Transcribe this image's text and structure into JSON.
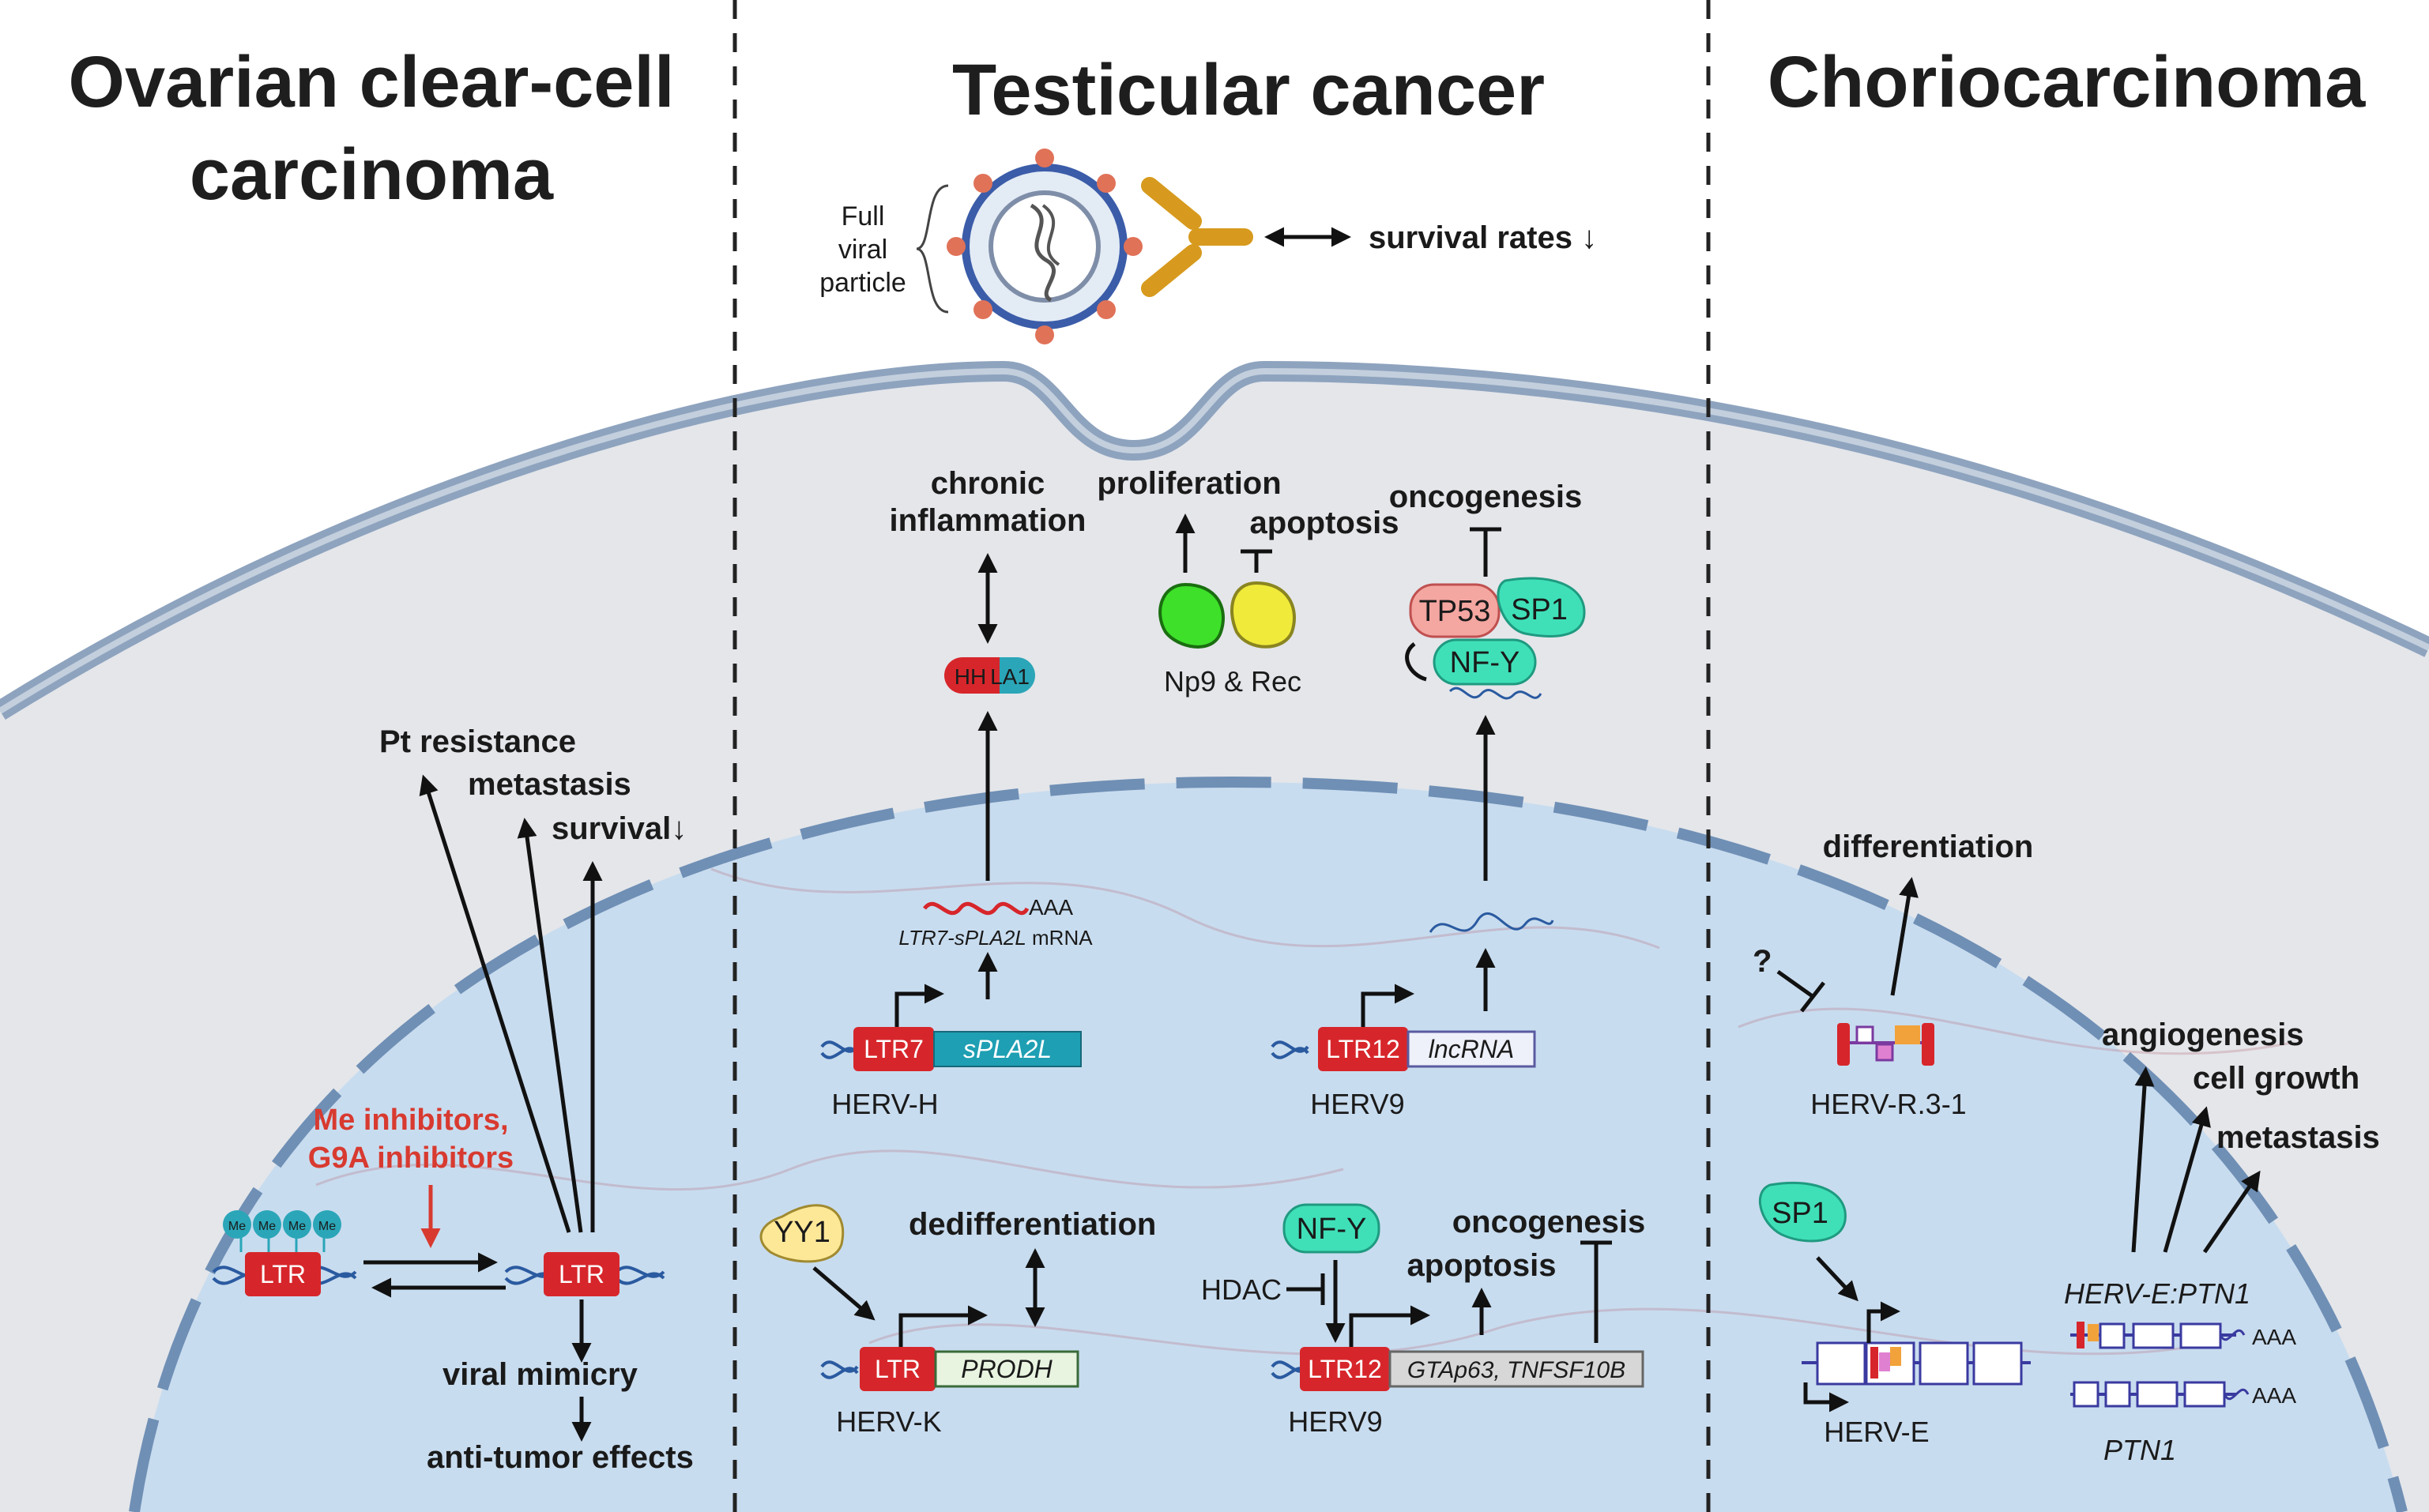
{
  "panels": {
    "ovarian": {
      "title_line1": "Ovarian clear-cell",
      "title_line2": "carcinoma"
    },
    "testicular": {
      "title": "Testicular cancer"
    },
    "chorio": {
      "title": "Choriocarcinoma"
    }
  },
  "ovarian": {
    "pt_resistance": "Pt resistance",
    "metastasis": "metastasis",
    "survival": "survival↓",
    "inhibitors_line1": "Me inhibitors,",
    "inhibitors_line2": "G9A inhibitors",
    "me_mark": "Me",
    "ltr_left": "LTR",
    "ltr_right": "LTR",
    "viral_mimicry": "viral mimicry",
    "anti_tumor": "anti-tumor effects"
  },
  "testicular": {
    "full_line1": "Full",
    "full_line2": "viral",
    "full_line3": "particle",
    "survival_rates": "survival rates ↓",
    "chronic_line1": "chronic",
    "chronic_line2": "inflammation",
    "hhla1_a": "HH",
    "hhla1_b": "LA1",
    "proliferation": "proliferation",
    "apoptosis_top": "apoptosis",
    "np9_rec": "Np9 & Rec",
    "oncogenesis_top": "oncogenesis",
    "tp53": "TP53",
    "sp1": "SP1",
    "nfy_top": "NF-Y",
    "mrna_tail": "AAA",
    "mrna_label_it": "LTR7-sPLA2L",
    "mrna_label": " mRNA",
    "ltr7": "LTR7",
    "spla2l": "sPLA2L",
    "herv_h": "HERV-H",
    "ltr12_a": "LTR12",
    "lncrna": "lncRNA",
    "herv9_a": "HERV9",
    "yy1": "YY1",
    "dedifferentiation": "dedifferentiation",
    "ltr_k": "LTR",
    "prodh": "PRODH",
    "herv_k": "HERV-K",
    "nfy_bottom": "NF-Y",
    "hdac": "HDAC",
    "oncogenesis_bottom": "oncogenesis",
    "apoptosis_bottom": "apoptosis",
    "ltr12_b": "LTR12",
    "gtap63": "GTAp63, TNFSF10B",
    "herv9_b": "HERV9"
  },
  "chorio": {
    "differentiation": "differentiation",
    "question": "?",
    "herv_r": "HERV-R.3-1",
    "angiogenesis": "angiogenesis",
    "cell_growth": "cell growth",
    "metastasis": "metastasis",
    "sp1": "SP1",
    "herv_e_ptn1": "HERV-E:PTN1",
    "aaa1": "AAA",
    "aaa2": "AAA",
    "ptn1": "PTN1",
    "herv_e": "HERV-E"
  },
  "colors": {
    "cytoplasm": "#e4e6ea",
    "nucleus": "#c8dcef",
    "membrane": "#8ea3be",
    "ltr_red": "#d7262b",
    "teal": "#2aa6b8",
    "mint": "#3fe0b8",
    "highlight": "#d83a30"
  }
}
